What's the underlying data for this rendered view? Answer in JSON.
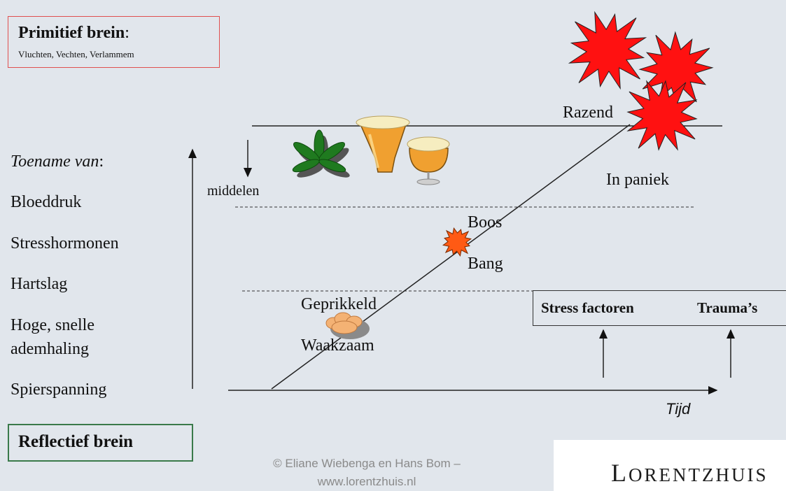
{
  "primitive_box": {
    "title": "Primitief brein",
    "title_suffix": ":",
    "subtitle": "Vluchten, Vechten, Verlammem"
  },
  "left_column": {
    "heading": "Toename van",
    "heading_suffix": ":",
    "items": [
      "Bloeddruk",
      "Stresshormonen",
      "Hartslag",
      "Hoge, snelle",
      "ademhaling",
      "Spierspanning"
    ]
  },
  "reflective_box": {
    "label": "Reflectief brein"
  },
  "states": {
    "razend": "Razend",
    "in_paniek": "In paniek",
    "boos": "Boos",
    "bang": "Bang",
    "geprikkeld": "Geprikkeld",
    "waakzaam": "Waakzaam"
  },
  "middelen_label": "middelen",
  "factors": {
    "stress": "Stress factoren",
    "trauma": "Trauma’s"
  },
  "time_axis_label": "Tijd",
  "copyright": {
    "line1": "© Eliane Wiebenga  en Hans Bom –",
    "line2": "www.lorentzhuis.nl"
  },
  "logo": {
    "text": "Lorentzhuis",
    "icon": "house-icon"
  },
  "colors": {
    "background": "#e1e6ec",
    "starburst": "#ff1111",
    "bang_burst": "#ff5a14",
    "cloud": "#f4b274",
    "plant": "#1f7a1f",
    "beer": "#f0a030",
    "logo_house": "#2b6a9a"
  }
}
